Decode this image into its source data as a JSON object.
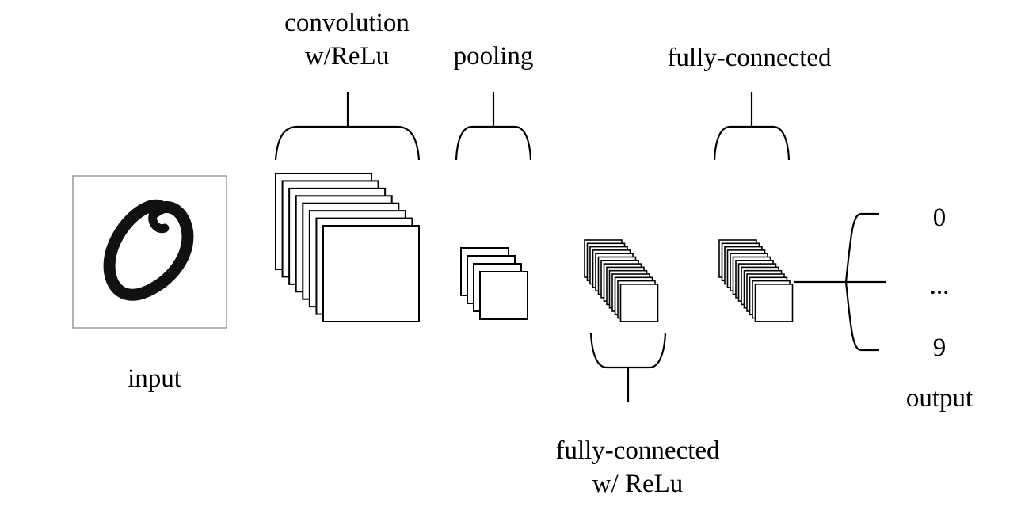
{
  "labels": {
    "convolution_line1": "convolution",
    "convolution_line2": "w/ReLu",
    "pooling": "pooling",
    "fully_connected_top": "fully-connected",
    "input": "input",
    "fully_connected_bottom_line1": "fully-connected",
    "fully_connected_bottom_line2": "w/ ReLu",
    "output": "output"
  },
  "outputs": [
    "0",
    "...",
    "9"
  ],
  "input_image": {
    "digit": "0",
    "icon": "handwritten-digit-zero-icon"
  },
  "layers": {
    "convolution_feature_maps": 8,
    "pooling_feature_maps": 4
  },
  "colors": {
    "stroke": "#000000",
    "fill": "#ffffff",
    "image_border": "#999999"
  }
}
